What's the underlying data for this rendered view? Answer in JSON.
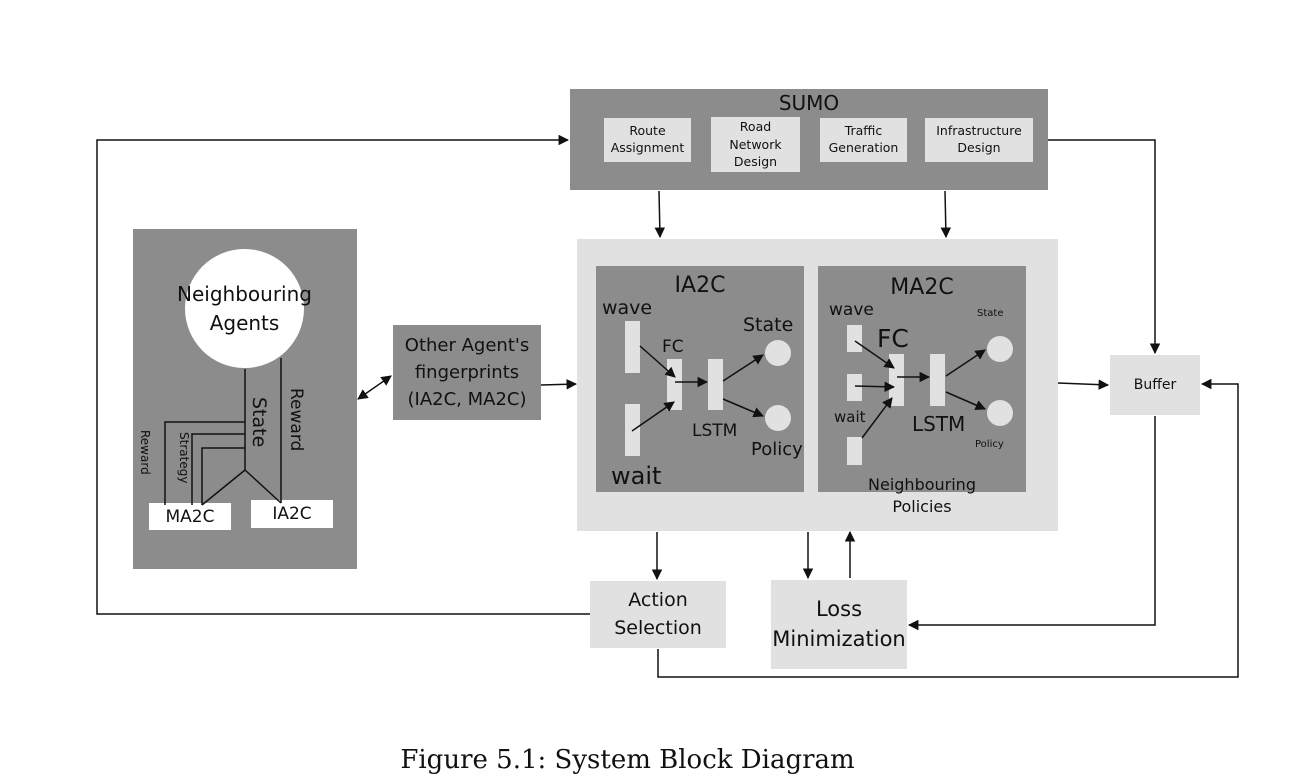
{
  "sumo": {
    "title": "SUMO",
    "components": [
      "Route\nAssignment",
      "Road\nNetwork\nDesign",
      "Traffic\nGeneration",
      "Infrastructure\nDesign"
    ]
  },
  "neighbours": {
    "circle_label": "Neighbouring\nAgents",
    "state": "State",
    "reward_right": "Reward",
    "reward_left": "Reward",
    "strategy": "Strategy",
    "ma2c": "MA2C",
    "ia2c": "IA2C"
  },
  "fingerprints": {
    "label": "Other Agent's\nfingerprints\n(IA2C, MA2C)"
  },
  "ia2c": {
    "title": "IA2C",
    "wave": "wave",
    "wait": "wait",
    "fc": "FC",
    "lstm": "LSTM",
    "state": "State",
    "policy": "Policy"
  },
  "ma2c": {
    "title": "MA2C",
    "wave": "wave",
    "wait": "wait",
    "fc": "FC",
    "lstm": "LSTM",
    "state": "State",
    "policy": "Policy",
    "neighbouring_policies": "Neighbouring\nPolicies"
  },
  "buffer": {
    "label": "Buffer"
  },
  "action_selection": {
    "label": "Action\nSelection"
  },
  "loss_minimization": {
    "label": "Loss\nMinimization"
  },
  "caption": "Figure 5.1: System Block Diagram",
  "colors": {
    "dark_box": "#8c8c8c",
    "light_box": "#e1e1e1",
    "line": "#111111"
  }
}
